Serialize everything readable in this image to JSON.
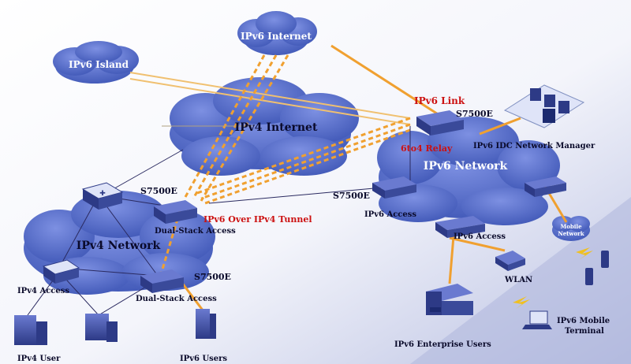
{
  "labels": {
    "ipv6_internet": "IPv6 Internet",
    "ipv6_island": "IPv6 Island",
    "ipv4_internet": "IPv4 Internet",
    "ipv6_network": "IPv6 Network",
    "ipv4_network": "IPv4 Network",
    "ipv6_link": "IPv6 Link",
    "s7500e_top": "S7500E",
    "s7500e_mid": "S7500E",
    "s7500e_left": "S7500E",
    "s7500e_bottom": "S7500E",
    "relay": "6to4 Relay",
    "idc_manager": "IPv6 IDC Network Manager",
    "tunnel": "IPv6 Over IPv4 Tunnel",
    "ipv6_access_1": "IPv6 Access",
    "ipv6_access_2": "IPv6 Access",
    "dual_stack_1": "Dual-Stack Access",
    "dual_stack_2": "Dual-Stack Access",
    "ipv4_access": "IPv4 Access",
    "ipv4_user": "IPv4 User",
    "ipv6_users": "IPv6 Users",
    "enterprise_users": "IPv6 Enterprise Users",
    "wlan": "WLAN",
    "mobile_network_1": "Mobile",
    "mobile_network_2": "Network",
    "mobile_terminal_1": "IPv6 Mobile",
    "mobile_terminal_2": "Terminal"
  },
  "colors": {
    "cloud_fill": "#4a63c0",
    "cloud_light": "#7b8fe0",
    "tunnel_orange": "#f0a030",
    "label_red": "#cc1111",
    "label_dark": "#0a0a2a",
    "device_fill": "#3a4a9a"
  },
  "icons": [
    "switch-icon",
    "router-icon",
    "server-rack-icon",
    "building-icon",
    "computer-icon",
    "laptop-icon",
    "mobile-phone-icon",
    "wireless-ap-icon",
    "lightning-icon"
  ]
}
